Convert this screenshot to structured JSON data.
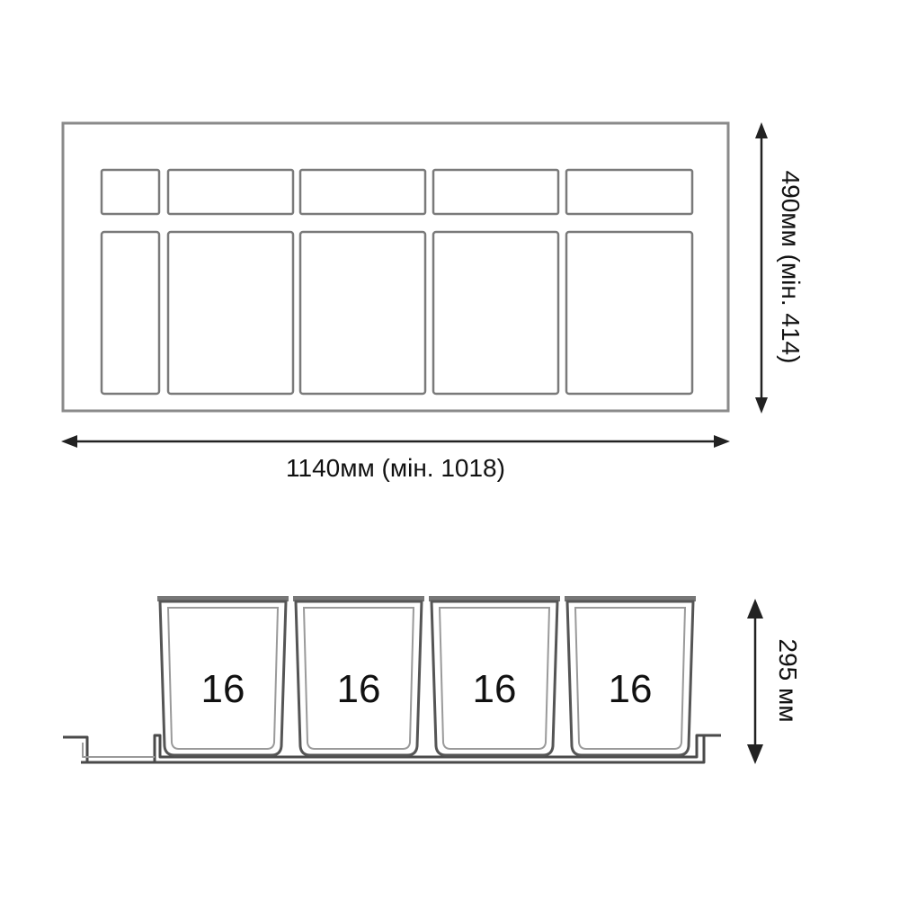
{
  "top_view": {
    "width_label": "1140мм (мін. 1018)",
    "depth_label": "490мм (мін. 414)"
  },
  "side_view": {
    "height_label": "295 мм",
    "bins": [
      {
        "label": "16"
      },
      {
        "label": "16"
      },
      {
        "label": "16"
      },
      {
        "label": "16"
      }
    ]
  }
}
